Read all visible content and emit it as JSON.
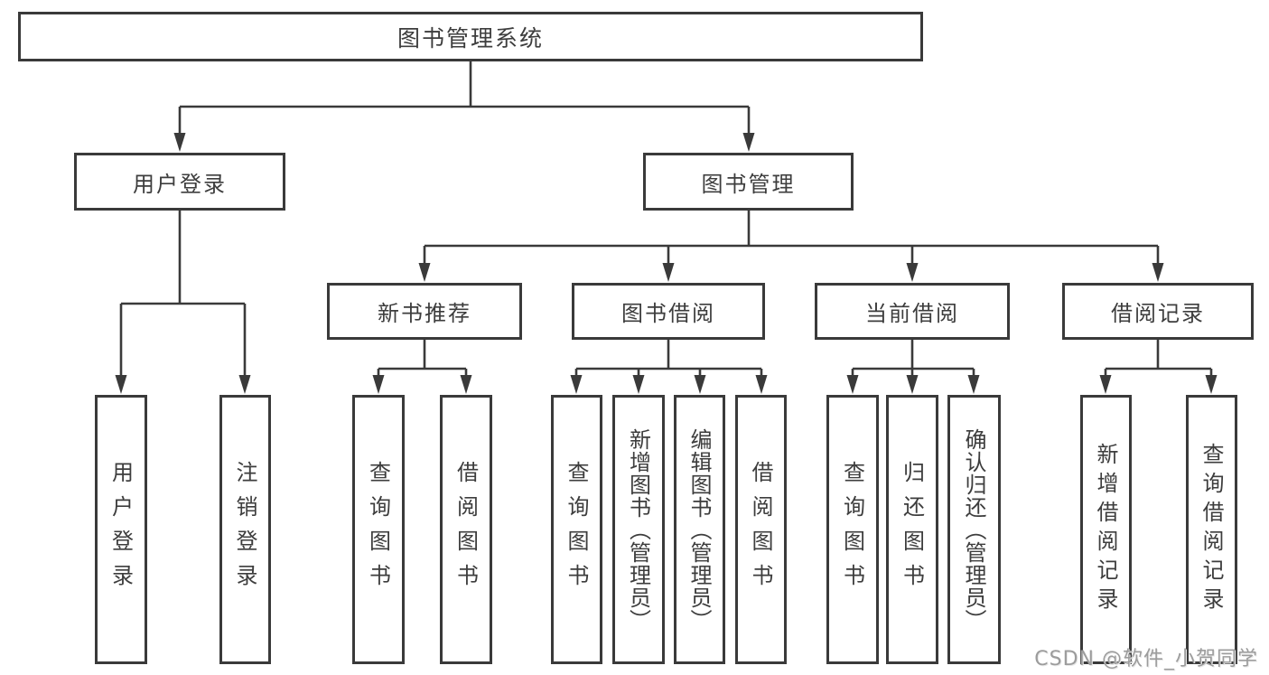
{
  "diagram": {
    "type": "hierarchy-tree",
    "colors": {
      "line": "#3a3a3a",
      "box_border": "#3a3a3a",
      "box_fill": "#ffffff",
      "text": "#3d3d3d",
      "watermark": "#9c9c9c"
    },
    "root": {
      "label": "图书管理系统"
    },
    "level2": [
      {
        "label": "用户登录",
        "parent": "图书管理系统"
      },
      {
        "label": "图书管理",
        "parent": "图书管理系统"
      }
    ],
    "level3": [
      {
        "label": "新书推荐",
        "parent": "图书管理"
      },
      {
        "label": "图书借阅",
        "parent": "图书管理"
      },
      {
        "label": "当前借阅",
        "parent": "图书管理"
      },
      {
        "label": "借阅记录",
        "parent": "图书管理"
      }
    ],
    "leaves": [
      {
        "label": "用户登录",
        "parent": "用户登录"
      },
      {
        "label": "注销登录",
        "parent": "用户登录"
      },
      {
        "label": "查询图书",
        "parent": "新书推荐"
      },
      {
        "label": "借阅图书",
        "parent": "新书推荐"
      },
      {
        "label": "查询图书",
        "parent": "图书借阅"
      },
      {
        "label": "新增图书（管理员）",
        "parent": "图书借阅"
      },
      {
        "label": "编辑图书（管理员）",
        "parent": "图书借阅"
      },
      {
        "label": "借阅图书",
        "parent": "图书借阅"
      },
      {
        "label": "查询图书",
        "parent": "当前借阅"
      },
      {
        "label": "归还图书",
        "parent": "当前借阅"
      },
      {
        "label": "确认归还（管理员）",
        "parent": "当前借阅"
      },
      {
        "label": "新增借阅记录",
        "parent": "借阅记录"
      },
      {
        "label": "查询借阅记录",
        "parent": "借阅记录"
      }
    ]
  },
  "watermark": {
    "text": "CSDN @软件_小贺同学"
  }
}
